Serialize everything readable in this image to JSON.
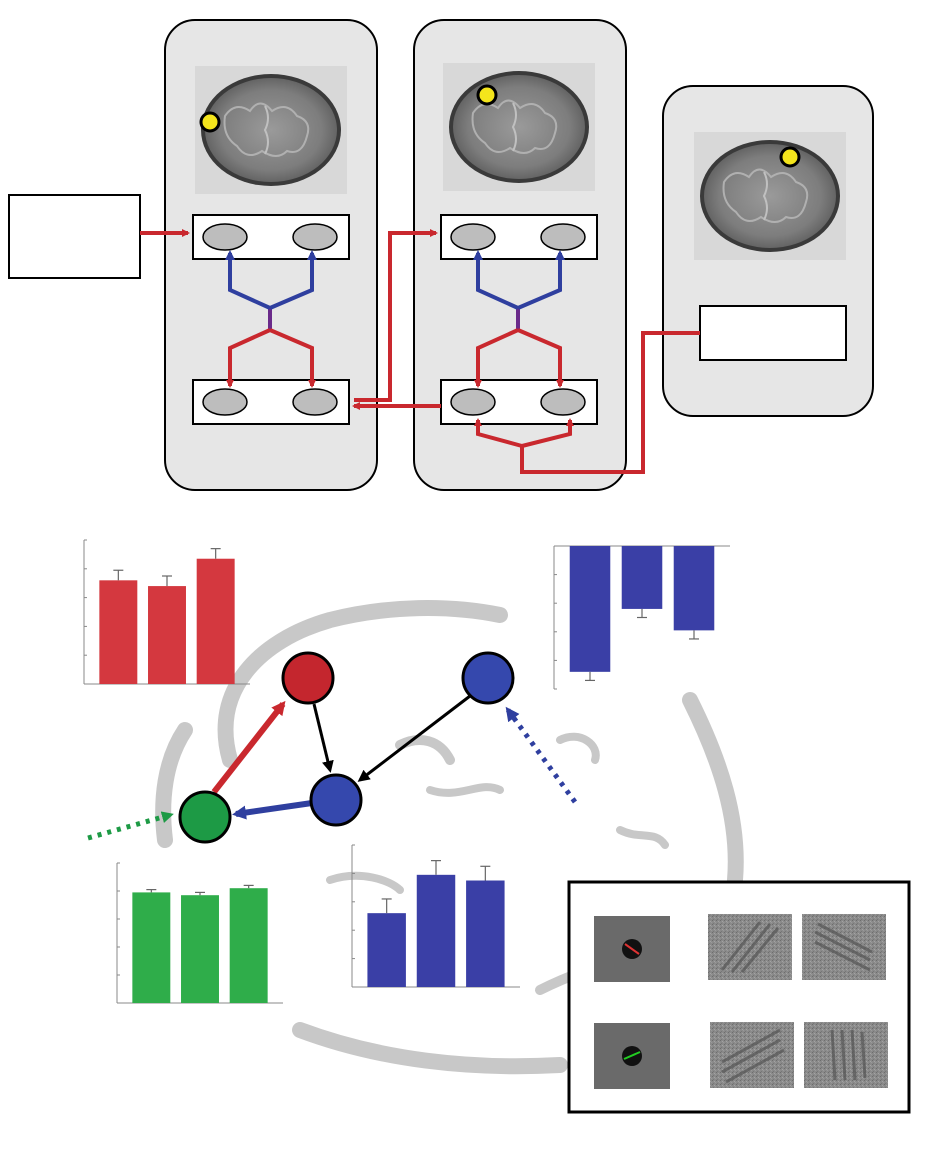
{
  "colors": {
    "panel_fill": "#e6e6e6",
    "red": "#c9282e",
    "blue": "#2f3f9f",
    "purple": "#6a2a8a",
    "node_red": "#c4262e",
    "node_blue": "#3548ad",
    "node_green": "#1d9a45",
    "bar_red": "#d4383f",
    "bar_blue": "#3a3fa6",
    "bar_green": "#2fad4a",
    "dot_yellow": "#f4e51c",
    "ellipse_gray": "#bdbdbd",
    "brain_outline": "#c8c8c8"
  },
  "chart_data": [
    {
      "type": "bar",
      "values": [
        0.72,
        0.68,
        0.87
      ],
      "errors": [
        0.07,
        0.07,
        0.07
      ],
      "ylim": [
        0,
        1
      ],
      "color": "bar_red"
    },
    {
      "type": "bar",
      "values": [
        -0.88,
        -0.44,
        -0.59
      ],
      "errors": [
        0.06,
        0.06,
        0.06
      ],
      "ylim": [
        -1,
        0
      ],
      "color": "bar_blue"
    },
    {
      "type": "bar",
      "values": [
        0.79,
        0.77,
        0.82
      ],
      "errors": [
        0.02,
        0.02,
        0.02
      ],
      "ylim": [
        0,
        1
      ],
      "color": "bar_green"
    },
    {
      "type": "bar",
      "values": [
        0.52,
        0.79,
        0.75
      ],
      "errors": [
        0.1,
        0.1,
        0.1
      ],
      "ylim": [
        0,
        1
      ],
      "color": "bar_blue"
    }
  ],
  "stimuli": {
    "rows": [
      {
        "cue_line_color": "#d33",
        "gratings": [
          "oblique-left",
          "oblique-right"
        ]
      },
      {
        "cue_line_color": "#2c2",
        "gratings": [
          "oblique-right-shallow",
          "vertical"
        ]
      }
    ]
  },
  "icons": {
    "brain_slice": "brain-slice-icon",
    "location_dot": "yellow-dot-icon"
  }
}
